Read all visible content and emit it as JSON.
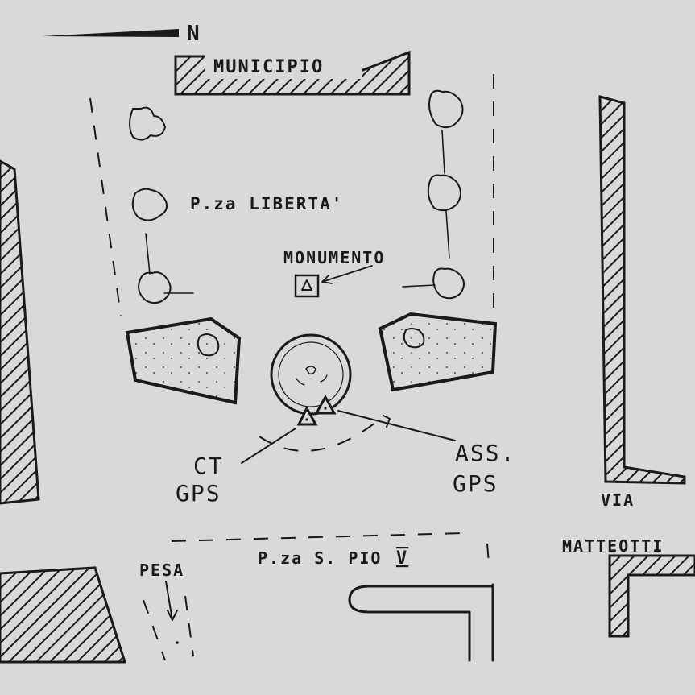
{
  "north_arrow": {
    "label": "N"
  },
  "labels": {
    "municipio": "MUNICIPIO",
    "piazza_liberta": "P.za LIBERTA'",
    "monumento": "MONUMENTO",
    "ct": "CT",
    "ct_gps": "GPS",
    "ass": "ASS.",
    "ass_gps": "GPS",
    "via": "VIA",
    "matteotti": "MATTEOTTI",
    "pesa": "PESA",
    "piazza_s_pio": "P.za S. PIO",
    "pio_numeral": "V"
  },
  "colors": {
    "ink": "#1a1a1a",
    "paper": "#d9d9d9"
  }
}
